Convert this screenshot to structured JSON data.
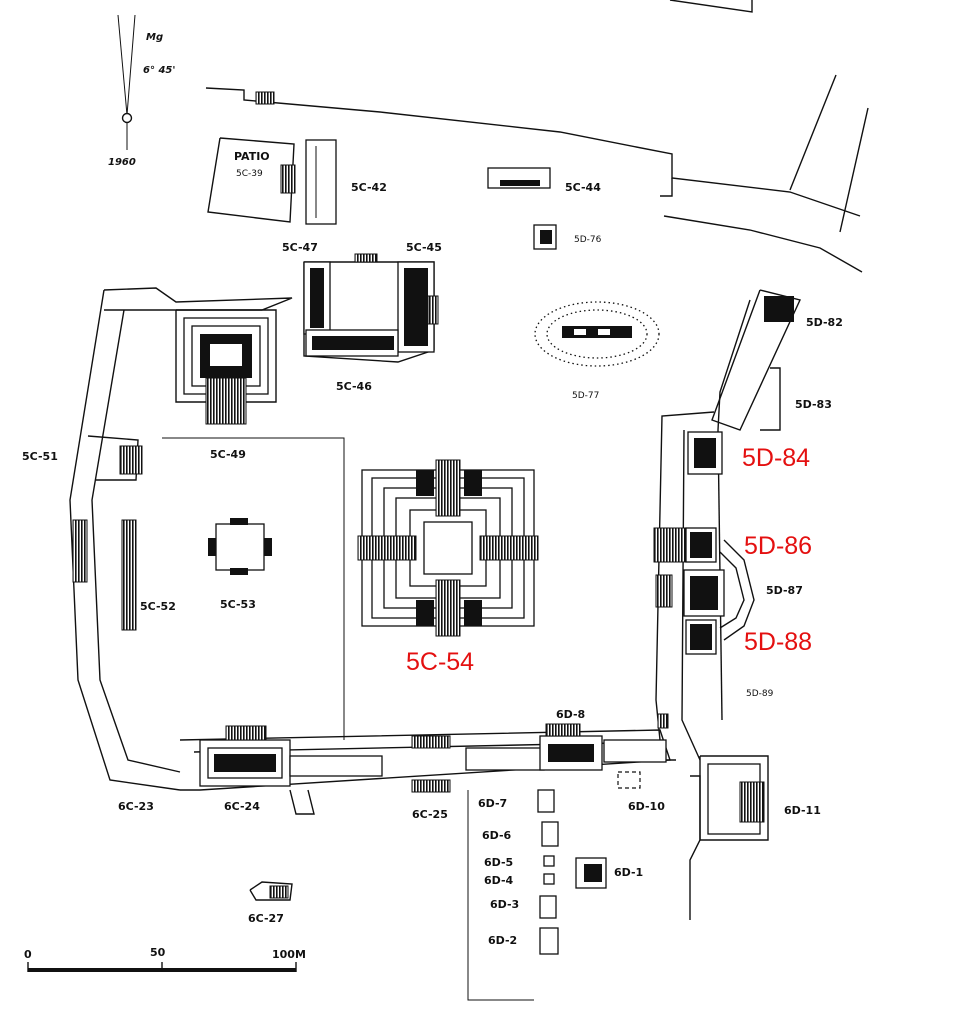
{
  "north_arrow": {
    "magnetic": "Mg",
    "declination": "6° 45'",
    "year": "1960"
  },
  "patio": {
    "title": "PATIO",
    "code": "5C-39"
  },
  "structures": {
    "s5c42": "5C-42",
    "s5c44": "5C-44",
    "s5d76": "5D-76",
    "s5c47": "5C-47",
    "s5c45": "5C-45",
    "s5c46": "5C-46",
    "s5d77": "5D-77",
    "s5d82": "5D-82",
    "s5d83": "5D-83",
    "s5c51": "5C-51",
    "s5c49": "5C-49",
    "s5c52": "5C-52",
    "s5c53": "5C-53",
    "s5d87": "5D-87",
    "s5d89": "5D-89",
    "s6d8": "6D-8",
    "s6c23": "6C-23",
    "s6c24": "6C-24",
    "s6c25": "6C-25",
    "s6d7": "6D-7",
    "s6d10": "6D-10",
    "s6d11": "6D-11",
    "s6d6": "6D-6",
    "s6d5": "6D-5",
    "s6d4": "6D-4",
    "s6d1": "6D-1",
    "s6d3": "6D-3",
    "s6d2": "6D-2",
    "s6c27": "6C-27"
  },
  "highlighted": {
    "h5d84": "5D-84",
    "h5d86": "5D-86",
    "h5d88": "5D-88",
    "h5c54": "5C-54"
  },
  "scale_bar": {
    "t0": "0",
    "t50": "50",
    "t100": "100M"
  },
  "colors": {
    "highlight": "#e41010",
    "ink": "#111111"
  }
}
